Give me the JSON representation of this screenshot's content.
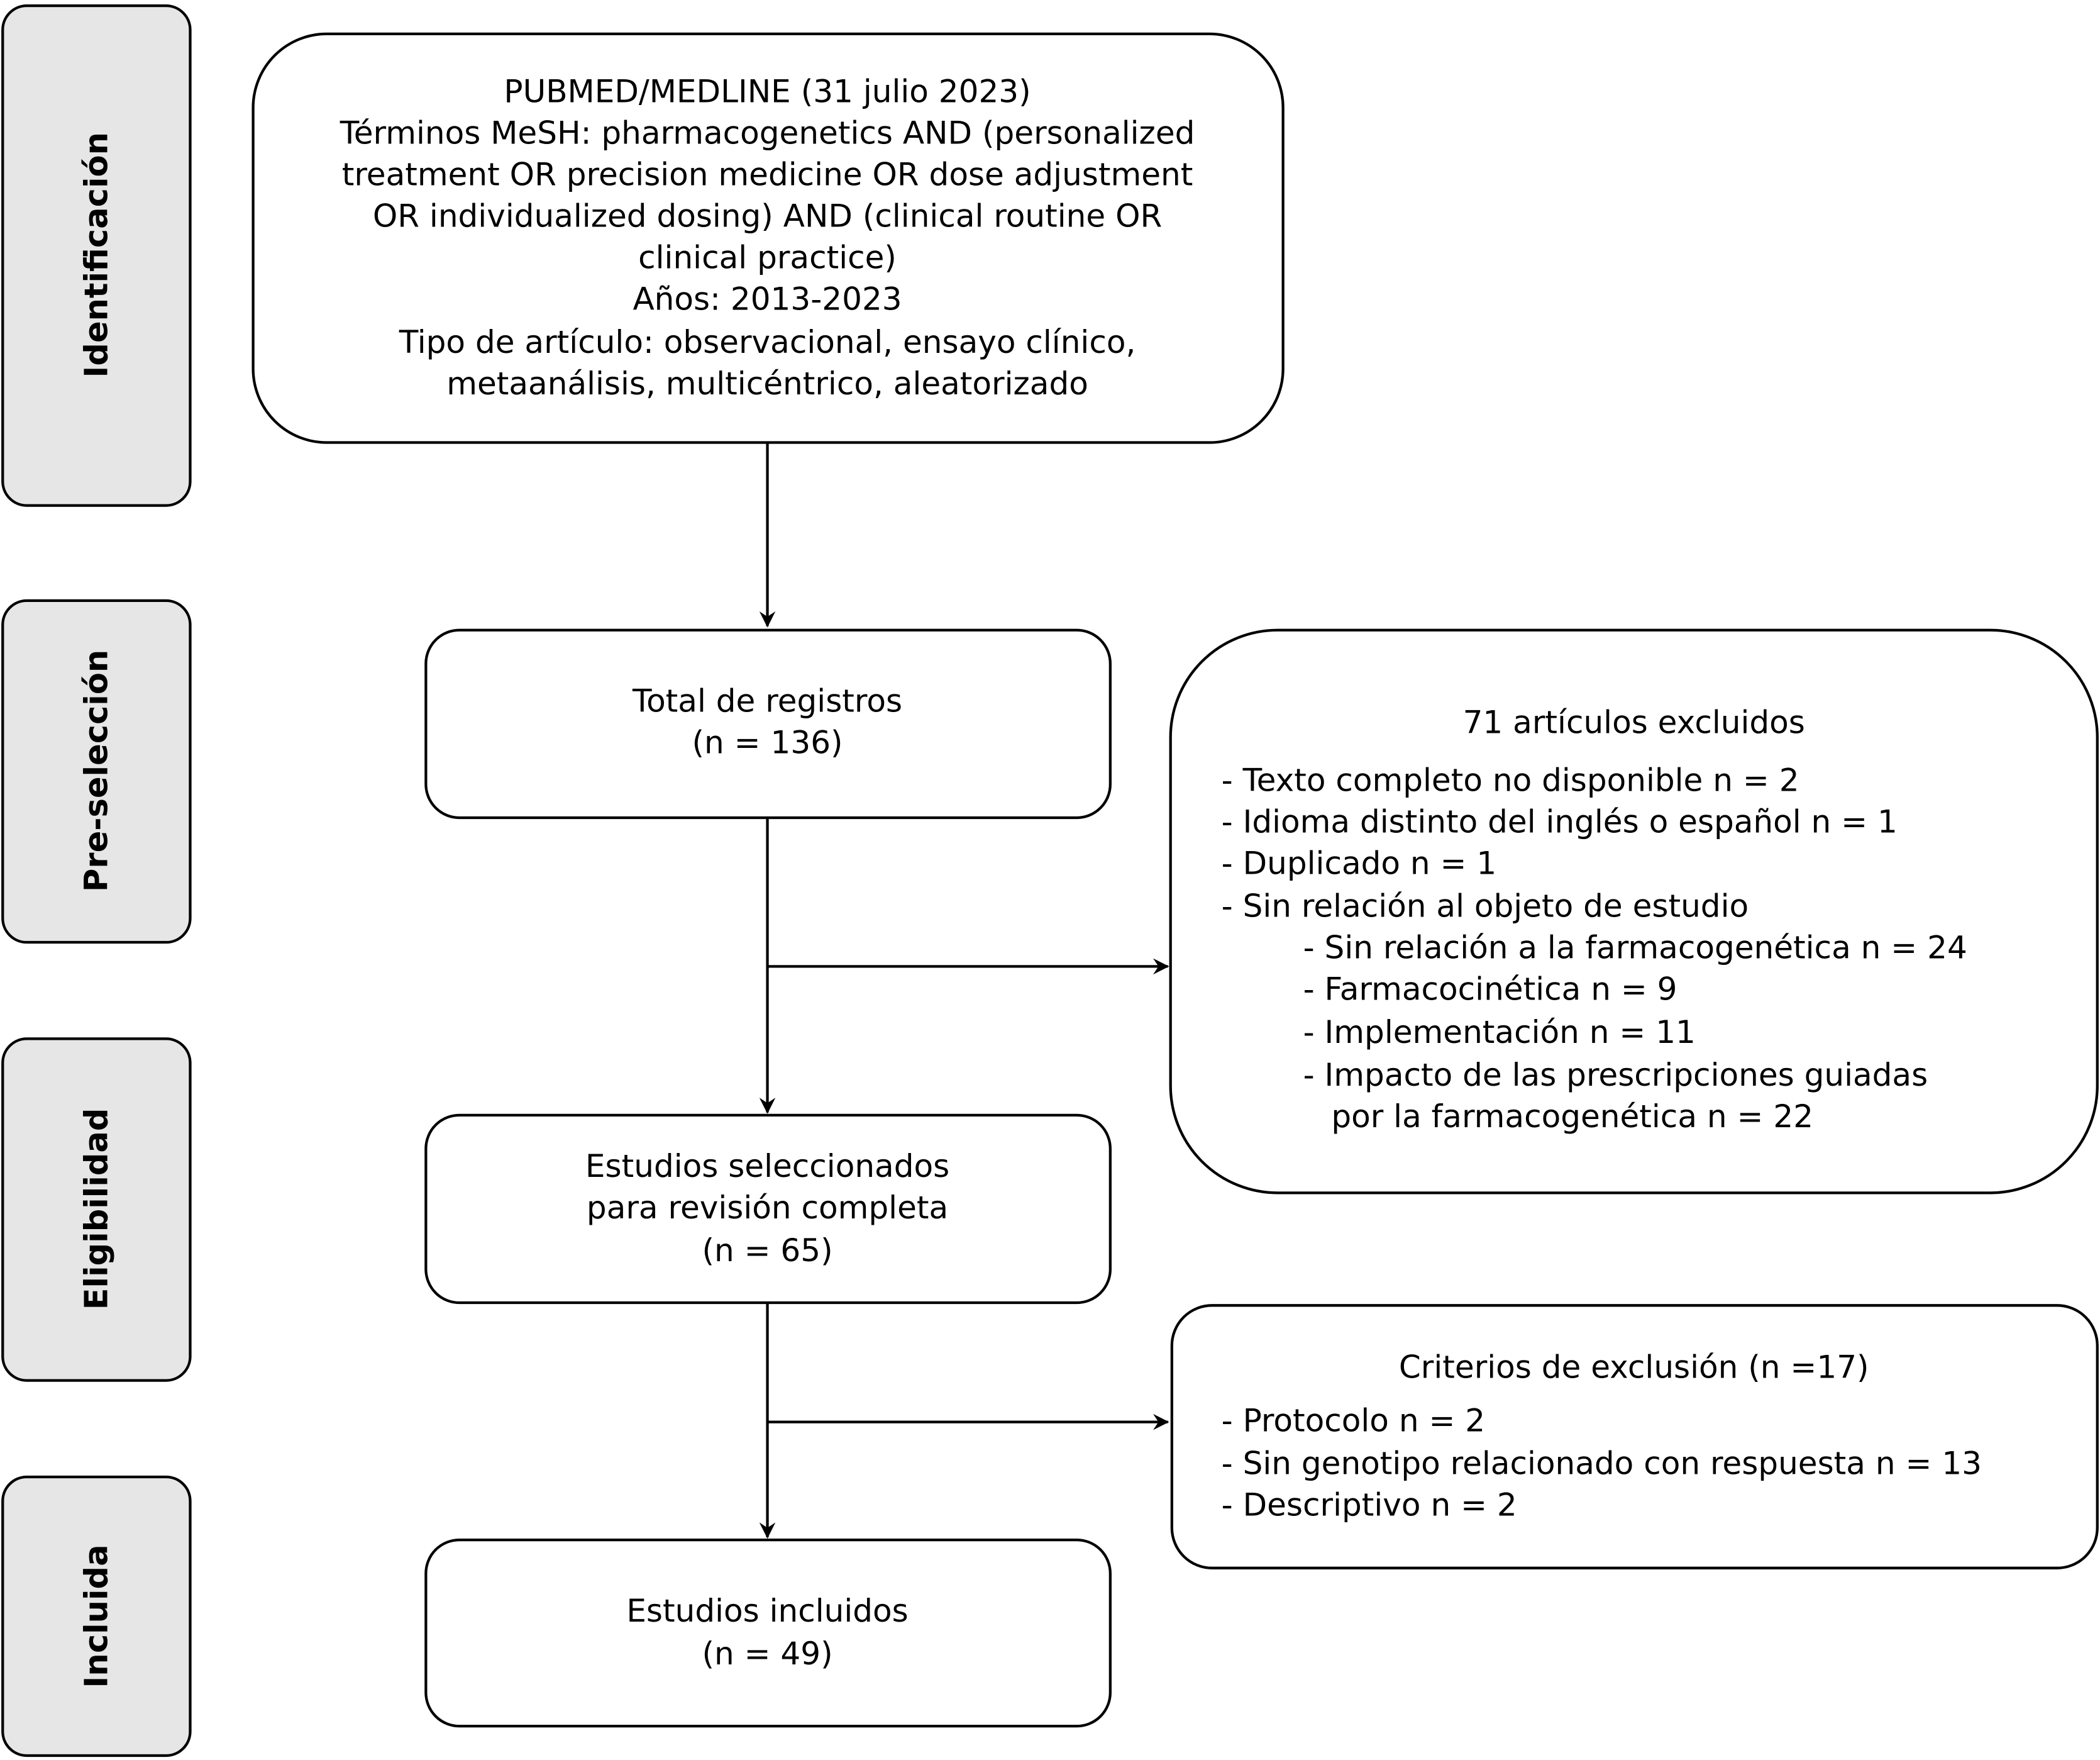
{
  "stages": [
    {
      "label": "Identificación"
    },
    {
      "label": "Pre-selección"
    },
    {
      "label": "Eligibilidad"
    },
    {
      "label": "Incluida"
    }
  ],
  "search_box": {
    "lines": [
      "PUBMED/MEDLINE (31 julio 2023)",
      "Términos MeSH: pharmacogenetics AND (personalized",
      "treatment OR precision medicine OR dose adjustment",
      "OR individualized dosing) AND (clinical routine OR",
      "clinical practice)",
      "Años: 2013-2023",
      "Tipo de artículo: observacional, ensayo clínico,",
      "metaanálisis, multicéntrico, aleatorizado"
    ]
  },
  "total_box": {
    "lines": [
      "Total de registros",
      "(n = 136)"
    ]
  },
  "excluded_box": {
    "title": "71 artículos excluidos",
    "items": [
      "- Texto completo no disponible n = 2",
      "- Idioma distinto del inglés o español n = 1",
      "- Duplicado n = 1",
      "- Sin relación al objeto de estudio"
    ],
    "subitems": [
      "- Sin relación a la farmacogenética n = 24",
      "- Farmacocinética n = 9",
      "- Implementación n = 11",
      "- Impacto de las prescripciones guiadas",
      "por la farmacogenética n = 22"
    ]
  },
  "selected_box": {
    "lines": [
      "Estudios seleccionados",
      "para revisión completa",
      "(n = 65)"
    ]
  },
  "criteria_box": {
    "title": "Criterios de exclusión (n =17)",
    "items": [
      "- Protocolo n = 2",
      "- Sin genotipo relacionado con respuesta n = 13",
      "- Descriptivo n = 2"
    ]
  },
  "included_box": {
    "lines": [
      "Estudios incluidos",
      "(n = 49)"
    ]
  }
}
